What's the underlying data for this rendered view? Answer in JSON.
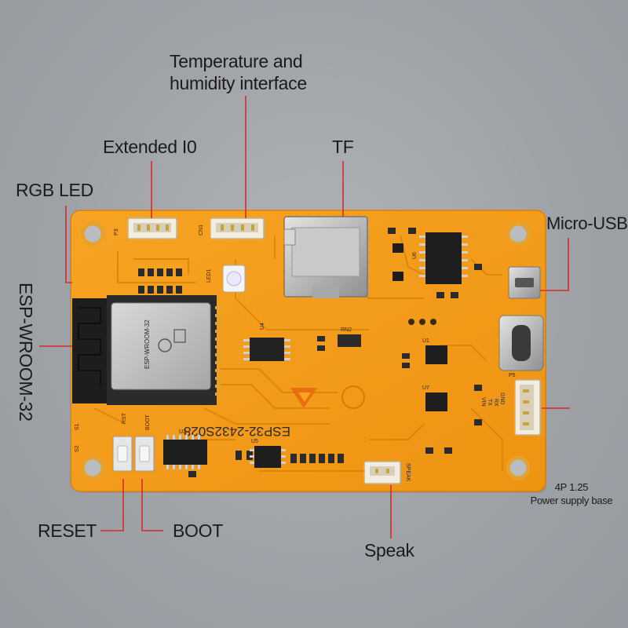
{
  "labels": {
    "temperature": "Temperature and\nhumidity interface",
    "temperature_line1": "Temperature and",
    "temperature_line2": "humidity interface",
    "extended_io": "Extended I0",
    "tf": "TF",
    "rgb_led": "RGB LED",
    "micro_usb": "Micro-USB",
    "esp_wroom": "ESP-WROOM-32",
    "power_base_line1": "4P 1.25",
    "power_base_line2": "Power supply base",
    "reset": "RESET",
    "boot": "BOOT",
    "speak": "Speak"
  },
  "silkscreen": {
    "model": "ESP32-2432S028",
    "module": "ESP-WROOM-32",
    "p3": "P3",
    "cn1": "CN1",
    "u4": "U4",
    "rn2": "RN2",
    "led1": "LED1",
    "u3": "U3",
    "rst": "RST",
    "boot": "BOOT",
    "s1": "S1",
    "s2": "S2",
    "p5": "P5",
    "speak": "SPEAK",
    "gnd": "GND",
    "rx": "RX",
    "tx": "TX",
    "vin": "VIN",
    "u1": "U1",
    "u5": "U5",
    "u6": "U6",
    "u7": "U7"
  },
  "colors": {
    "board": "#f59a18",
    "annotation_line": "#d62b2b",
    "background": "#9ea2a7"
  }
}
